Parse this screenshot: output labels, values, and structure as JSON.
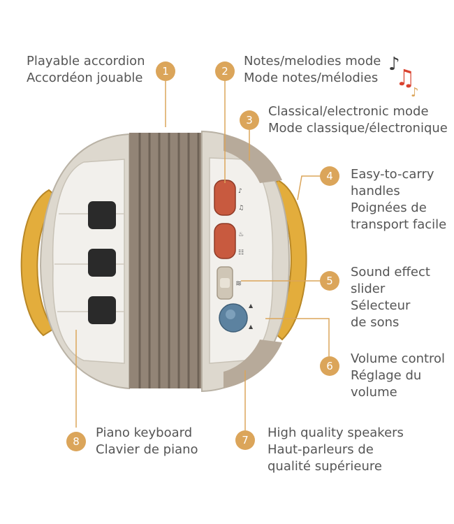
{
  "colors": {
    "badge": "#dba55a",
    "leader": "#dba55a",
    "text": "#555555",
    "handle": "#e3ad3c",
    "shell": "#ddd8ce",
    "bellows": "#928476",
    "red_button": "#c85a3f",
    "knob": "#5c82a0",
    "music_note_red": "#d9422f",
    "music_note_dark": "#3a3a3a"
  },
  "icons": [
    "music-notes-icon",
    "speaker-grille",
    "volume-knob",
    "sound-slider"
  ],
  "callouts": [
    {
      "number": "1",
      "line1": "Playable accordion",
      "line2": "Accordéon jouable"
    },
    {
      "number": "2",
      "line1": "Notes/melodies mode",
      "line2": "Mode notes/mélodies"
    },
    {
      "number": "3",
      "line1": "Classical/electronic mode",
      "line2": "Mode classique/électronique"
    },
    {
      "number": "4",
      "line1": "Easy-to-carry",
      "line2": "handles",
      "line3": "Poignées de",
      "line4": "transport facile"
    },
    {
      "number": "5",
      "line1": "Sound effect",
      "line2": "slider",
      "line3": "Sélecteur",
      "line4": "de sons"
    },
    {
      "number": "6",
      "line1": "Volume control",
      "line2": "Réglage du",
      "line3": "volume"
    },
    {
      "number": "7",
      "line1": "High quality speakers",
      "line2": "Haut-parleurs de",
      "line3": "qualité supérieure"
    },
    {
      "number": "8",
      "line1": "Piano keyboard",
      "line2": "Clavier de piano"
    }
  ]
}
